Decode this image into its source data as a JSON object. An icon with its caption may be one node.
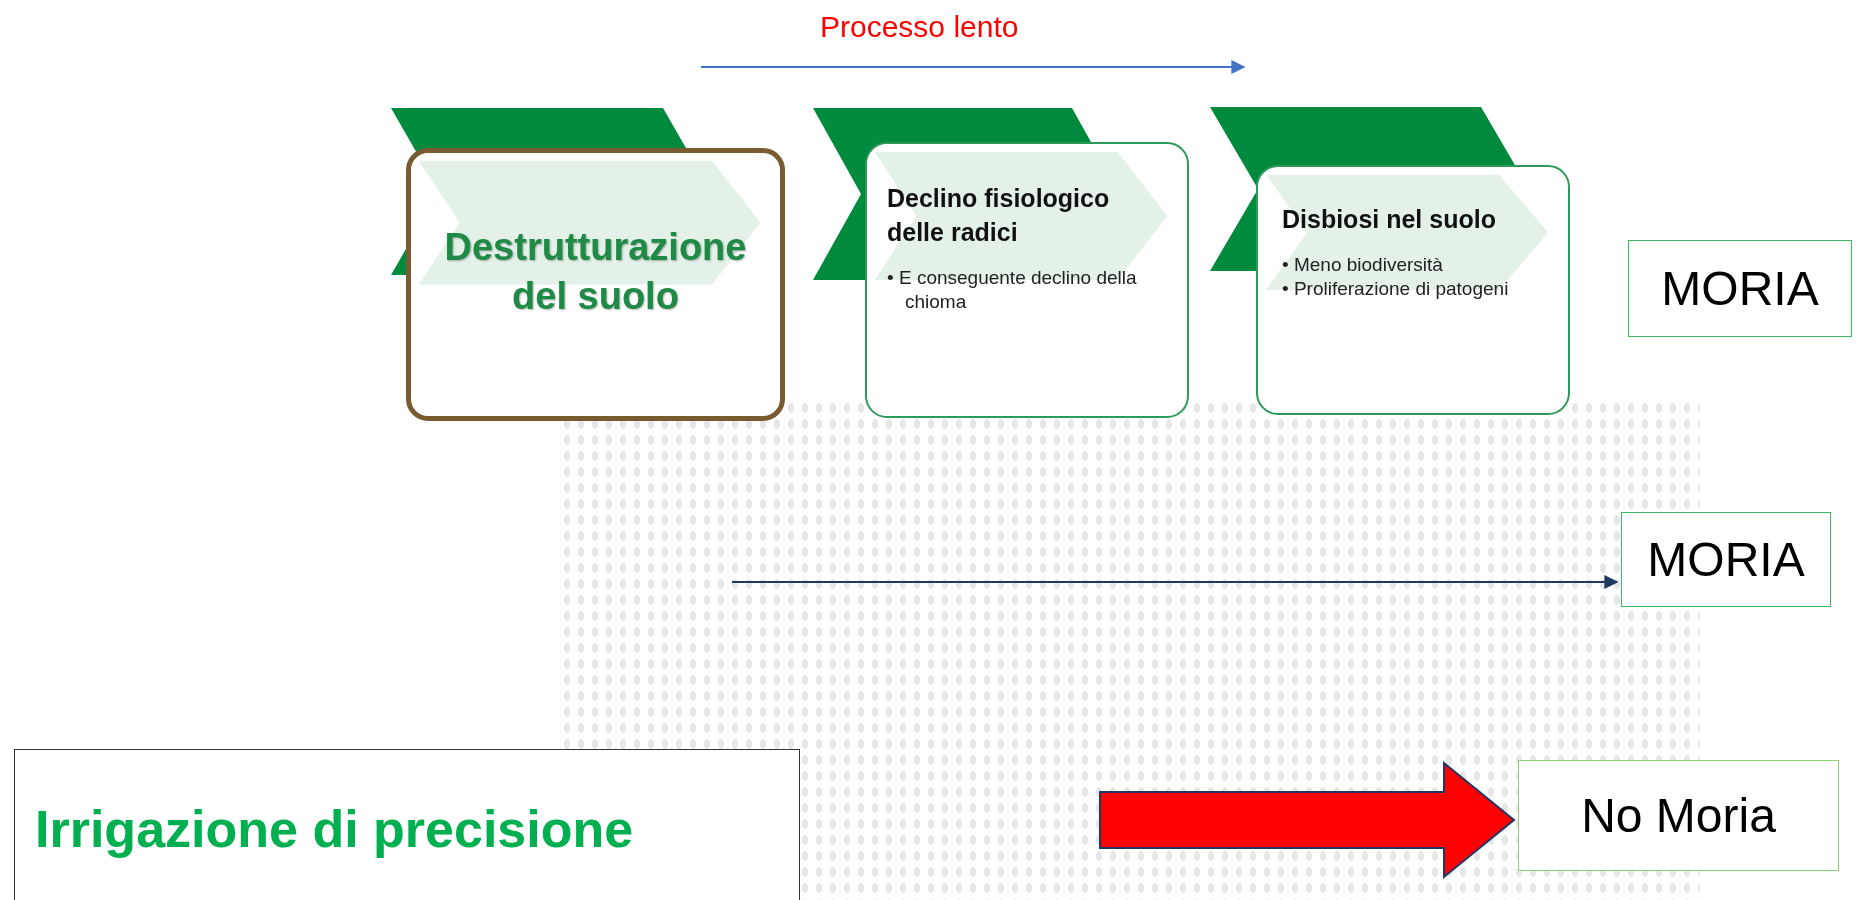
{
  "diagram": {
    "nodes": [
      {
        "text": [
          "Destrutturazione del suolo"
        ]
      },
      {
        "text": [
          "Declino fisiologico delle radici",
          "• E conseguente declino della chioma"
        ]
      },
      {
        "text": [
          "Disbiosi nel suolo",
          "• Meno biodiversità",
          "• Proliferazione di patogeni"
        ]
      },
      {
        "text": [
          "MORIA"
        ]
      },
      {
        "text": [
          "MORIA"
        ]
      },
      {
        "text": [
          "Irrigazione di precisione"
        ]
      },
      {
        "text": [
          "No Moria"
        ]
      }
    ],
    "edges": [
      {
        "from": null,
        "to": 4,
        "arrow": "to",
        "color": "#1f3864"
      },
      {
        "from": null,
        "to": 6,
        "arrow": "to",
        "style": "thick",
        "color": "#ff0000"
      }
    ],
    "labels": [
      "Processo lento"
    ]
  }
}
